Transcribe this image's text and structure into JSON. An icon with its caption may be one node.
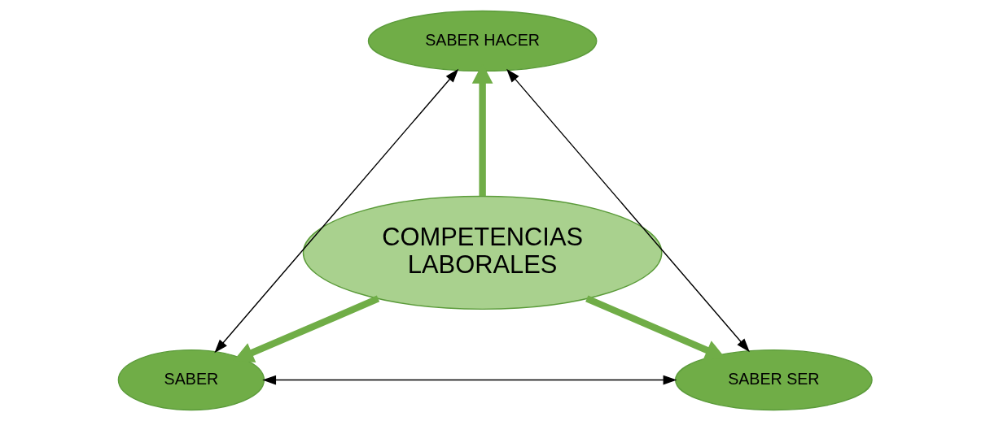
{
  "diagram": {
    "nodes": [
      {
        "text": [
          "COMPETENCIAS LABORALES"
        ]
      },
      {
        "text": [
          "SABER HACER"
        ]
      },
      {
        "text": [
          "SABER"
        ]
      },
      {
        "text": [
          "SABER SER"
        ]
      }
    ],
    "edges": [
      {
        "from": 0,
        "to": 1,
        "arrow": "to",
        "style": "thick",
        "color": "#70ad47"
      },
      {
        "from": 0,
        "to": 2,
        "arrow": "to",
        "style": "thick",
        "color": "#70ad47"
      },
      {
        "from": 0,
        "to": 3,
        "arrow": "to",
        "style": "thick",
        "color": "#70ad47"
      },
      {
        "from": 2,
        "to": 1,
        "arrow": "both",
        "color": "#000000"
      },
      {
        "from": 1,
        "to": 3,
        "arrow": "both",
        "color": "#000000"
      },
      {
        "from": 2,
        "to": 3,
        "arrow": "both",
        "color": "#000000"
      }
    ]
  }
}
